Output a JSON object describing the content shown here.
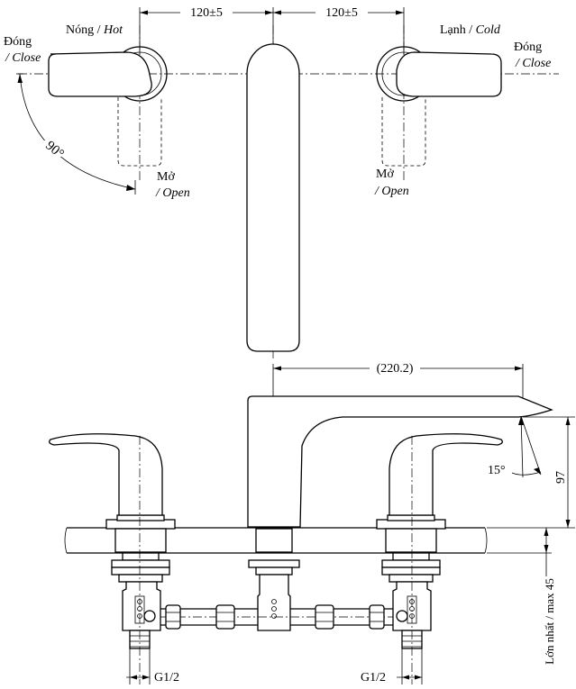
{
  "top_view": {
    "dim_left": "120±5",
    "dim_right": "120±5",
    "hot_label": "Nóng / ",
    "hot_label_en": "Hot",
    "cold_label": "Lạnh / ",
    "cold_label_en": "Cold",
    "close_left_vi": "Đóng",
    "close_left_en": "/ Close",
    "close_right_vi": "Đóng",
    "close_right_en": "/ Close",
    "open_left_vi": "Mở",
    "open_left_en": "/ Open",
    "open_right_vi": "Mở",
    "open_right_en": "/ Open",
    "angle": "90°"
  },
  "side_view": {
    "spout_length": "(220.2)",
    "spout_angle": "15°",
    "height": "97",
    "max_thickness": "Lớn nhất / max 45",
    "thread_left": "G1/2",
    "thread_right": "G1/2"
  }
}
